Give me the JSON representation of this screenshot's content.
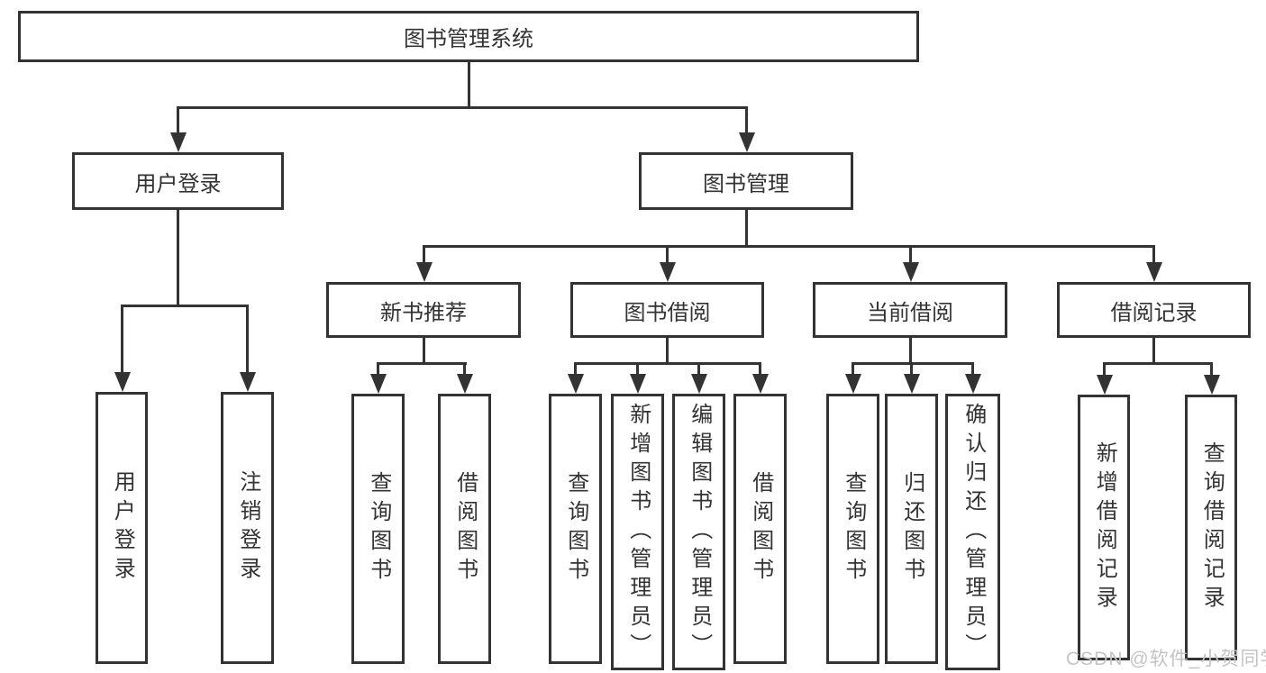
{
  "diagram": {
    "root": {
      "label": "图书管理系统"
    },
    "level2": {
      "user_login": {
        "label": "用户登录"
      },
      "book_mgmt": {
        "label": "图书管理"
      }
    },
    "level3": {
      "new_book_rec": {
        "label": "新书推荐"
      },
      "book_borrow": {
        "label": "图书借阅"
      },
      "current_borrow": {
        "label": "当前借阅"
      },
      "borrow_records": {
        "label": "借阅记录"
      }
    },
    "leaves": {
      "user_login": [
        "用户登录",
        "注销登录"
      ],
      "new_book_rec": [
        "查询图书",
        "借阅图书"
      ],
      "book_borrow": [
        "查询图书",
        "新增图书（管理员）",
        "编辑图书（管理员）",
        "借阅图书"
      ],
      "current_borrow": [
        "查询图书",
        "归还图书",
        "确认归还（管理员）"
      ],
      "borrow_records": [
        "新增借阅记录",
        "查询借阅记录"
      ]
    }
  },
  "watermark": {
    "text": "CSDN @软件_小贺同学"
  },
  "colors": {
    "line": "#333333",
    "text": "#333333",
    "background": "#ffffff",
    "box_fill": "#ffffff",
    "watermark": "#c4c4c4"
  }
}
